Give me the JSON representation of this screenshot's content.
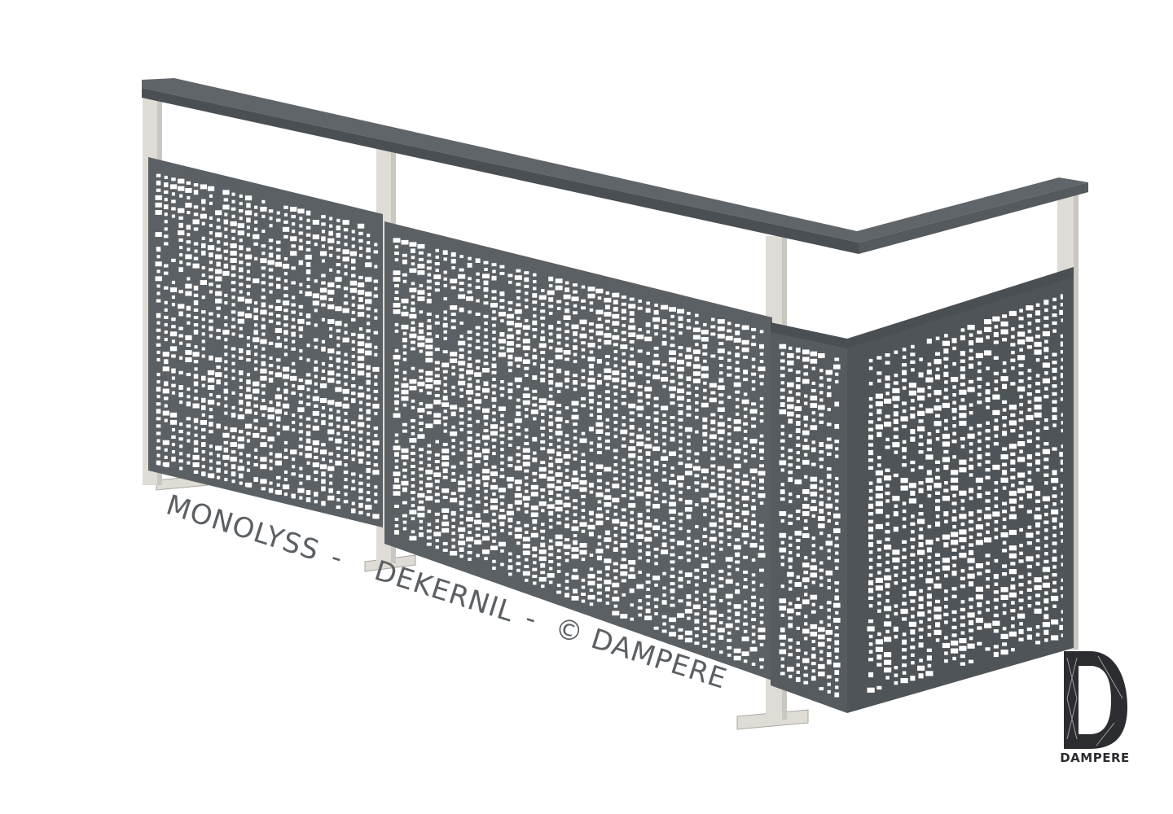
{
  "caption": {
    "product": "MONOLYSS",
    "separator1": "-",
    "model": "DEKERNIL",
    "separator2": "-",
    "copyright": "© DAMPERE"
  },
  "logo": {
    "text": "DAMPERE"
  },
  "colors": {
    "panel": "#5b6064",
    "panel_dark": "#4d5256",
    "rail": "#52575b",
    "rail_top": "#60656a",
    "post": "#dedcd4",
    "post_shade": "#c9c7bf",
    "caption": "#5b6064",
    "logo": "#2b2d30",
    "background": "#ffffff"
  },
  "icons": {
    "logo_mark": "dampere-d-logo-icon"
  }
}
